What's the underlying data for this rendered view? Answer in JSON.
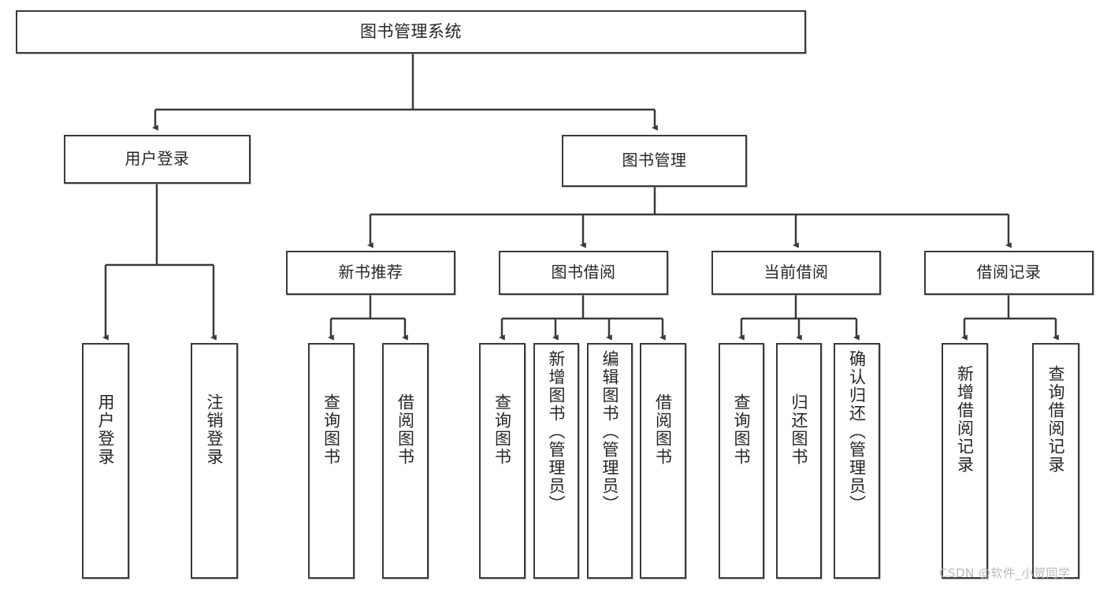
{
  "diagram": {
    "title": "图书管理系统",
    "watermark": "CSDN @软件_小贺同学",
    "colors": {
      "stroke": "#3a3a3a",
      "fill": "#ffffff",
      "text": "#262626",
      "watermark": "#b9b9b9",
      "background": "#ffffff"
    }
  },
  "nodes": {
    "root": "图书管理系统",
    "level1": {
      "user_login": "用户登录",
      "book_manage": "图书管理"
    },
    "level2": {
      "new_book_recommend": "新书推荐",
      "book_borrow": "图书借阅",
      "current_borrow": "当前借阅",
      "borrow_record": "借阅记录"
    },
    "leaves": {
      "user_login_1": "用户登录",
      "user_login_2": "注销登录",
      "new_book_1": "查询图书",
      "new_book_2": "借阅图书",
      "borrow_1": "查询图书",
      "borrow_2": "新增图书（管理员）",
      "borrow_3": "编辑图书（管理员）",
      "borrow_4": "借阅图书",
      "current_1": "查询图书",
      "current_2": "归还图书",
      "current_3": "确认归还（管理员）",
      "record_1": "新增借阅记录",
      "record_2": "查询借阅记录"
    }
  }
}
